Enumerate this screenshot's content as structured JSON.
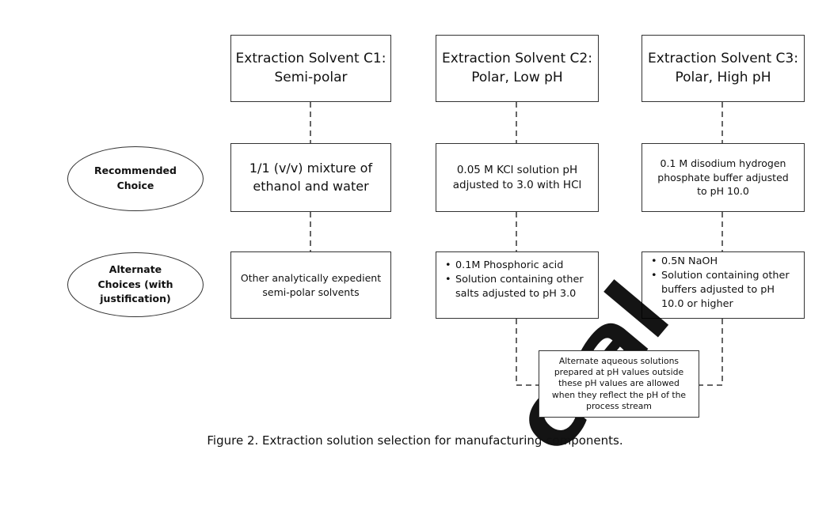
{
  "columns": [
    {
      "title": [
        "Extraction Solvent C1:",
        "Semi-polar"
      ],
      "recommended": [
        "1/1 (v/v) mixture of",
        "ethanol and water"
      ],
      "alternate": [
        "Other analytically expedient",
        "semi-polar solvents"
      ]
    },
    {
      "title": [
        "Extraction Solvent C2:",
        "Polar, Low pH"
      ],
      "recommended": [
        "0.05 M KCl solution pH",
        "adjusted to 3.0 with HCl"
      ],
      "alternate_items": [
        "0.1M Phosphoric acid",
        "Solution containing other salts adjusted to pH 3.0"
      ]
    },
    {
      "title": [
        "Extraction Solvent C3:",
        "Polar, High pH"
      ],
      "recommended": [
        "0.1 M disodium hydrogen",
        "phosphate buffer adjusted",
        "to pH 10.0"
      ],
      "alternate_items": [
        "0.5N NaOH",
        "Solution containing other buffers adjusted to pH 10.0 or higher"
      ]
    }
  ],
  "row_labels": {
    "recommended": [
      "Recommended",
      "Choice"
    ],
    "alternate": [
      "Alternate",
      "Choices (with",
      "justification)"
    ]
  },
  "note": [
    "Alternate aqueous solutions",
    "prepared at pH values outside",
    "these pH values are allowed",
    "when they reflect the pH of the",
    "process stream"
  ],
  "caption": "Figure 2. Extraction solution selection for manufacturing components.",
  "watermark": "cial"
}
